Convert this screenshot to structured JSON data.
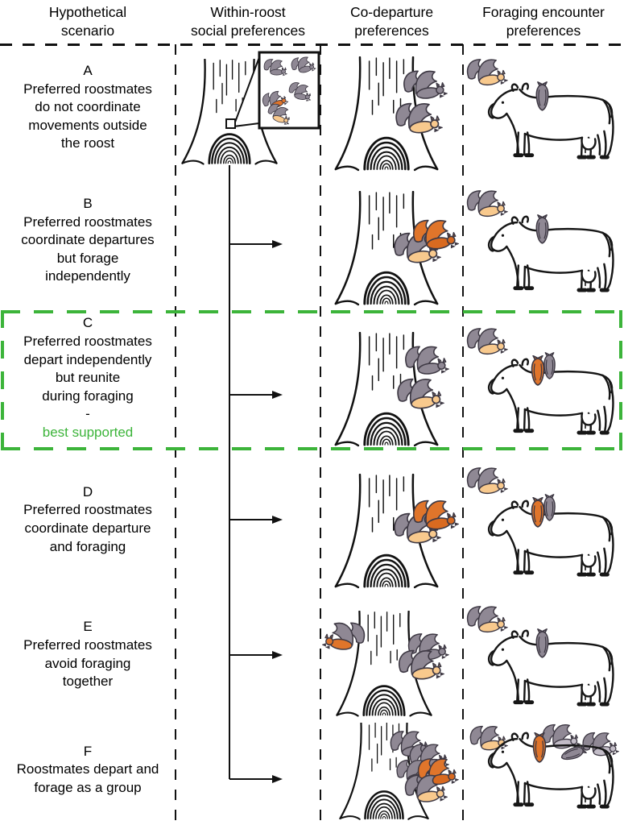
{
  "figure": {
    "columns": [
      {
        "title_lines": [
          "Hypothetical",
          "scenario"
        ]
      },
      {
        "title_lines": [
          "Within-roost",
          "social preferences"
        ]
      },
      {
        "title_lines": [
          "Co-departure",
          "preferences"
        ]
      },
      {
        "title_lines": [
          "Foraging encounter",
          "preferences"
        ]
      }
    ],
    "rows": [
      {
        "letter": "A",
        "lines": [
          "Preferred roostmates",
          "do not coordinate",
          "movements outside",
          "the roost"
        ],
        "within_roost_icon": "tree-roost-with-inset-of-clustered-bats",
        "co_departure_icon": "two-bats-departing-separately",
        "foraging_icon": "one-bat-on-cow-one-bat-apart"
      },
      {
        "letter": "B",
        "lines": [
          "Preferred roostmates",
          "coordinate departures",
          "but forage",
          "independently"
        ],
        "within_roost_icon": "arrow-from-roost",
        "co_departure_icon": "two-bats-departing-together",
        "foraging_icon": "one-bat-on-cow-one-bat-apart"
      },
      {
        "letter": "C",
        "lines": [
          "Preferred roostmates",
          "depart independently",
          "but reunite",
          "during foraging",
          "-"
        ],
        "note": "best supported",
        "highlighted": true,
        "within_roost_icon": "arrow-from-roost",
        "co_departure_icon": "two-bats-departing-separately",
        "foraging_icon": "two-bats-together-on-cow"
      },
      {
        "letter": "D",
        "lines": [
          "Preferred roostmates",
          "coordinate departure",
          "and foraging"
        ],
        "within_roost_icon": "arrow-from-roost",
        "co_departure_icon": "two-bats-departing-together",
        "foraging_icon": "two-bats-together-on-cow"
      },
      {
        "letter": "E",
        "lines": [
          "Preferred roostmates",
          "avoid foraging",
          "together"
        ],
        "within_roost_icon": "arrow-from-roost",
        "co_departure_icon": "bats-departing-in-opposite-directions",
        "foraging_icon": "one-bat-on-cow-one-bat-apart"
      },
      {
        "letter": "F",
        "lines": [
          "Roostmates depart and",
          "forage as a group"
        ],
        "within_roost_icon": "arrow-from-roost",
        "co_departure_icon": "group-of-bats-departing-together",
        "foraging_icon": "group-of-bats-on-and-around-cow"
      }
    ],
    "colors": {
      "highlight_green": "#3cb43a",
      "bat_gray": "#8f8894",
      "bat_gray_light": "#c2bcc7",
      "bat_orange": "#e0752b",
      "bat_tan": "#f8c98d",
      "outline_dark": "#3e3944"
    }
  }
}
